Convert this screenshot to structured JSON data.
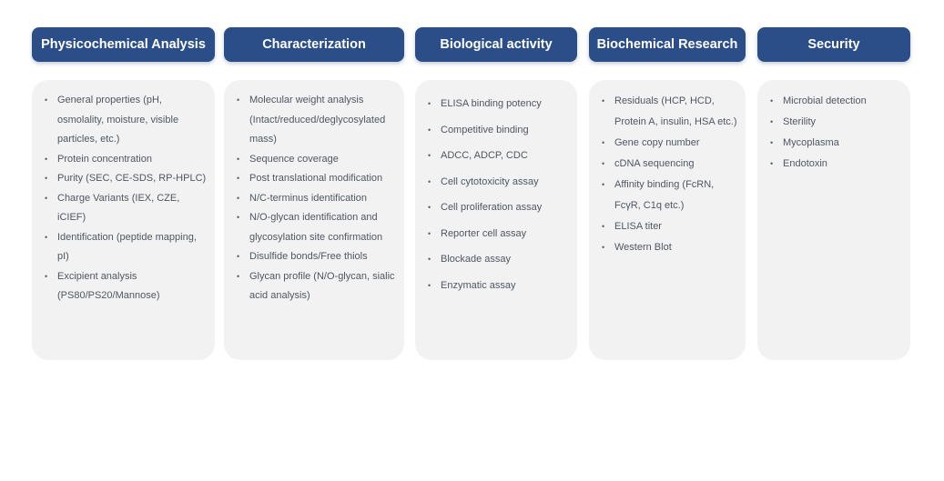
{
  "colors": {
    "header_bg": "#2b4d88",
    "header_text": "#ffffff",
    "box_bg": "#f2f2f3",
    "item_text": "#4f5762",
    "bullet_color": "#5a6270"
  },
  "icons": {
    "bullet": "•"
  },
  "columns": [
    {
      "title": "Physicochemical Analysis",
      "items": [
        "General properties (pH, osmolality, moisture, visible particles, etc.)",
        "Protein concentration",
        "Purity (SEC,  CE-SDS, RP-HPLC)",
        "Charge Variants (IEX, CZE, iCIEF)",
        "Identification (peptide mapping, pI)",
        "Excipient analysis (PS80/PS20/Mannose)"
      ]
    },
    {
      "title": "Characterization",
      "items": [
        "Molecular weight analysis (Intact/reduced/deglycosylated mass)",
        "Sequence coverage",
        "Post translational modification",
        "N/C-terminus identification",
        "N/O-glycan identification and glycosylation site confirmation",
        "Disulfide bonds/Free thiols",
        "Glycan profile (N/O-glycan, sialic acid analysis)"
      ]
    },
    {
      "title": "Biological activity",
      "items": [
        "ELISA binding potency",
        "Competitive binding",
        "ADCC, ADCP, CDC",
        "Cell cytotoxicity assay",
        "Cell proliferation assay",
        "Reporter cell assay",
        "Blockade assay",
        "Enzymatic assay"
      ]
    },
    {
      "title": "Biochemical Research",
      "items": [
        "Residuals (HCP, HCD, Protein A, insulin, HSA etc.)",
        "Gene copy number",
        "cDNA sequencing",
        "Affinity binding (FcRN, FcγR, C1q etc.)",
        "ELISA titer",
        "Western Blot"
      ]
    },
    {
      "title": "Security",
      "items": [
        "Microbial detection",
        "Sterility",
        "Mycoplasma",
        "Endotoxin"
      ]
    }
  ]
}
